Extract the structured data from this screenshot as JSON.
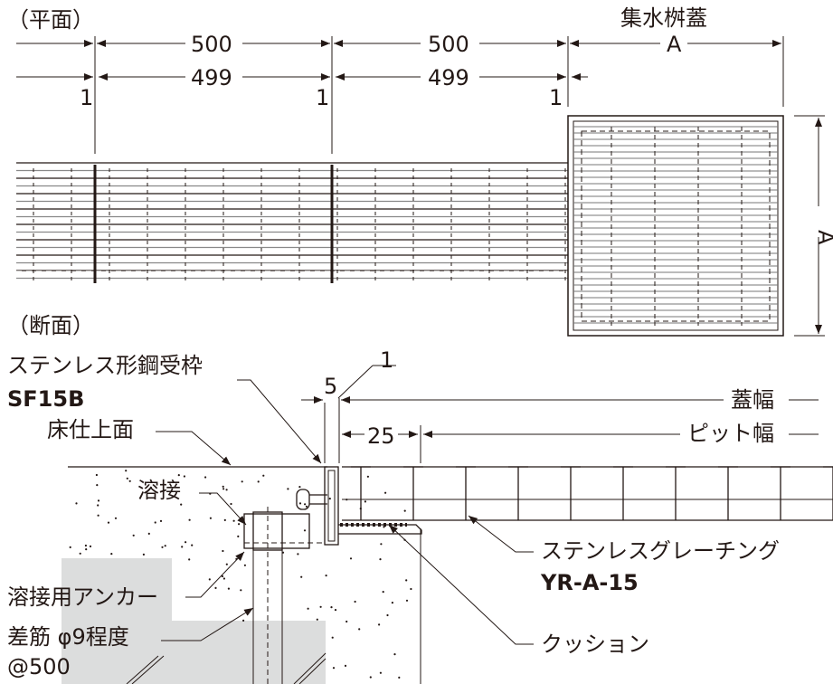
{
  "plan": {
    "title": "（平面）",
    "catch_basin_label": "集水桝蓋",
    "dim_500_a": "500",
    "dim_500_b": "500",
    "dim_A_top": "A",
    "dim_499_a": "499",
    "dim_499_b": "499",
    "gap_1_a": "1",
    "gap_1_b": "1",
    "gap_1_c": "1",
    "dim_A_side": "A"
  },
  "section": {
    "title": "（断面）",
    "frame_label": "ステンレス形鋼受枠",
    "frame_model": "SF15B",
    "floor_label": "床仕上面",
    "weld_label": "溶接",
    "anchor_label": "溶接用アンカー",
    "rebar_label": "差筋 φ9程度",
    "rebar_pitch": "@500",
    "dim_1": "1",
    "dim_5": "5",
    "dim_25": "25",
    "cover_width": "蓋幅",
    "pit_width": "ピット幅",
    "grating_label": "ステンレスグレーチング",
    "grating_model": "YR-A-15",
    "cushion_label": "クッション"
  }
}
